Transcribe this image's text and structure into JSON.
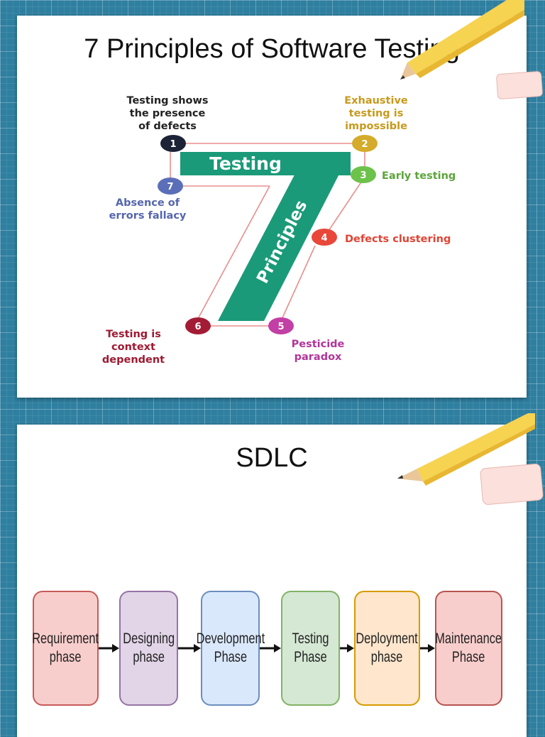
{
  "slide1": {
    "title": "7 Principles of Software Testing",
    "graphic": {
      "word_top": "Testing",
      "word_diag": "Principles",
      "big_color": "#1a9a78"
    },
    "principles": [
      {
        "num": "1",
        "color": "#1c2337",
        "lines": [
          "Testing shows",
          "the presence",
          "of defects"
        ],
        "text_color": "#222222"
      },
      {
        "num": "2",
        "color": "#d4ab2a",
        "lines": [
          "Exhaustive",
          "testing is",
          "impossible"
        ],
        "text_color": "#c79a1c"
      },
      {
        "num": "3",
        "color": "#6cc24a",
        "lines": [
          "Early testing"
        ],
        "text_color": "#5aa63a"
      },
      {
        "num": "4",
        "color": "#e8473a",
        "lines": [
          "Defects clustering"
        ],
        "text_color": "#e04434"
      },
      {
        "num": "5",
        "color": "#c23fa5",
        "lines": [
          "Pesticide",
          "paradox"
        ],
        "text_color": "#b2359a"
      },
      {
        "num": "6",
        "color": "#a31c35",
        "lines": [
          "Testing is",
          "context",
          "dependent"
        ],
        "text_color": "#9e1a33"
      },
      {
        "num": "7",
        "color": "#5b6fb8",
        "lines": [
          "Absence of",
          "errors fallacy"
        ],
        "text_color": "#5566ad"
      }
    ]
  },
  "slide2": {
    "title": "SDLC",
    "phases": [
      {
        "label": "Requirement\nphase",
        "fill": "#f8cecc",
        "border": "#c85a5a"
      },
      {
        "label": "Designing\nphase",
        "fill": "#e1d5e7",
        "border": "#9673a6"
      },
      {
        "label": "Development\nPhase",
        "fill": "#dae8fc",
        "border": "#6c8ebf"
      },
      {
        "label": "Testing Phase",
        "fill": "#d5e8d4",
        "border": "#82b366"
      },
      {
        "label": "Deployment\nphase",
        "fill": "#ffe6cc",
        "border": "#d79b00"
      },
      {
        "label": "Maintenance\nPhase",
        "fill": "#f8cecc",
        "border": "#b85450"
      }
    ]
  }
}
